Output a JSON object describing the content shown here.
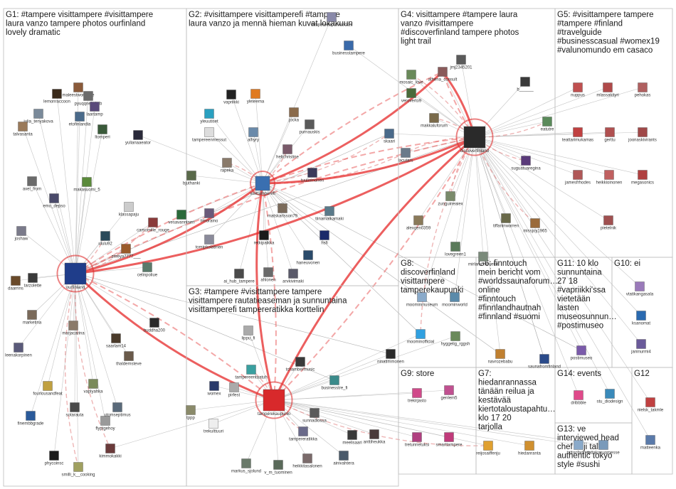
{
  "groups": [
    {
      "id": "G1",
      "title": "G1: #tampere visittampere #visittampere laura vanzo tampere photos ourfinland lovely dramatic"
    },
    {
      "id": "G2",
      "title": "G2: #visittampere visittamperefi #tampere laura vanzo ja mennä hieman kuvat lokakuun"
    },
    {
      "id": "G3",
      "title": "G3: #tampere #visittampere tampere visittampere rautatieaseman ja sunnuntaina visittamperefi tampereratikka korttelin"
    },
    {
      "id": "G4",
      "title": "G4: visittampere #tampere laura vanzo #visittampere #discoverfinland tampere photos light trail"
    },
    {
      "id": "G5",
      "title": "G5: #visittampere tampere #tampere #finland #travelguide #businesscasual #womex19 #valunomundo em casaco"
    },
    {
      "id": "G6",
      "title": "G6: finntouch mein bericht vom #worldssaunaforum… online #finntouch #finnlandhautnah #finnland #suomi"
    },
    {
      "id": "G7",
      "title": "G7: hiedanrannassa tänään reilua ja kestävää kiertotaloustapahtu… klo 17 20 tarjolla"
    },
    {
      "id": "G8",
      "title": "G8: discoverfinland visittampere tamperekaupunki"
    },
    {
      "id": "G9",
      "title": "G9: store"
    },
    {
      "id": "G10",
      "title": "G10: ei"
    },
    {
      "id": "G11",
      "title": "G11: 10 klo sunnuntaina 27 18 #vapriikki'ssa vietetään lasten museosunnun… #postimuseo"
    },
    {
      "id": "G12",
      "title": "G12"
    },
    {
      "id": "G13",
      "title": "G13: ve interviewed head chef koji talks authentic tokyo style #sushi"
    },
    {
      "id": "G14",
      "title": "G14: events"
    }
  ],
  "nodes": [
    {
      "id": "ourfinland",
      "label": "ourfinland",
      "color": "#1f3d8a",
      "hub": true
    },
    {
      "id": "visittamperefi",
      "label": "visittamperefi",
      "color": "#3a6fb0",
      "hub": true
    },
    {
      "id": "discoverfinland",
      "label": "discoverfinland",
      "color": "#2a2a2a",
      "hub": true
    },
    {
      "id": "tamperekaupunki",
      "label": "tamperekaupunki",
      "color": "#d8292b",
      "hub": true
    },
    {
      "id": "maleestworzenie",
      "label": "maleestworzenie",
      "color": "#8a5a3a"
    },
    {
      "id": "pyuqqnekqjgjb",
      "label": "pyuqqnekqjgjb",
      "color": "#6b6b6b"
    },
    {
      "id": "lemonraccoon",
      "label": "lemonraccoon",
      "color": "#3a2a1a"
    },
    {
      "id": "laartamp",
      "label": "laartamp",
      "color": "#5a4a7a"
    },
    {
      "id": "julia_tenyakova",
      "label": "julia_tenyakova",
      "color": "#7a8a9a"
    },
    {
      "id": "etofinlandia",
      "label": "etofinlandia",
      "color": "#4a6a8a"
    },
    {
      "id": "talvasanta",
      "label": "talvasanta",
      "color": "#9a7a5a"
    },
    {
      "id": "ltomperi",
      "label": "ltomperi",
      "color": "#3a5a3a"
    },
    {
      "id": "yulianaaeator",
      "label": "yulianaaeator",
      "color": "#2a2a3a"
    },
    {
      "id": "makasuomi_5",
      "label": "makasuomi_5",
      "color": "#5a8a3a"
    },
    {
      "id": "axel_from",
      "label": "axel_from",
      "color": "#6a6a6a"
    },
    {
      "id": "emo_depso",
      "label": "emo_depso",
      "color": "#4a4a6a"
    },
    {
      "id": "klassapaju",
      "label": "klassapaju",
      "color": "#cccccc"
    },
    {
      "id": "joshaw",
      "label": "joshaw",
      "color": "#7a7a8a"
    },
    {
      "id": "camomille_rouge",
      "label": "camomille_rouge",
      "color": "#8a3a3a"
    },
    {
      "id": "ululu92",
      "label": "ululu92",
      "color": "#2a4a5a"
    },
    {
      "id": "zmeya7777",
      "label": "zmeya7777___",
      "color": "#9a5a2a"
    },
    {
      "id": "celinpoliue",
      "label": "celinpoliue",
      "color": "#5a7a6a"
    },
    {
      "id": "tarzolette",
      "label": "tarzolette",
      "color": "#3a3a3a"
    },
    {
      "id": "daarrins",
      "label": "daarrins",
      "color": "#6a4a2a"
    },
    {
      "id": "marketina",
      "label": "marketina",
      "color": "#7a6a5a"
    },
    {
      "id": "leenakorpinen",
      "label": "leenakorpinen",
      "color": "#5a5a7a"
    },
    {
      "id": "marjacarina",
      "label": "marjacarina",
      "color": "#8a7a6a"
    },
    {
      "id": "saarlam14",
      "label": "saarlam14",
      "color": "#4a3a2a"
    },
    {
      "id": "buddha200",
      "label": "buddha200",
      "color": "#2a2a2a"
    },
    {
      "id": "thaldemsteve",
      "label": "thaldemsteve",
      "color": "#6a5a4a"
    },
    {
      "id": "fourlousandfeat",
      "label": "fourlousandfeat",
      "color": "#c0a040"
    },
    {
      "id": "vaplyahka",
      "label": "vaplyahka",
      "color": "#7a8a5a"
    },
    {
      "id": "finembbgrade",
      "label": "finembbgrade",
      "color": "#2a5a9a"
    },
    {
      "id": "sotarauta",
      "label": "sotarauta",
      "color": "#4a4a4a"
    },
    {
      "id": "utomseptimus",
      "label": "utomseptimus",
      "color": "#5a6a7a"
    },
    {
      "id": "flyptgehoy",
      "label": "flyptgehoy",
      "color": "#9a9a9a"
    },
    {
      "id": "phycoinsc",
      "label": "phycoinsc",
      "color": "#1a1a1a"
    },
    {
      "id": "kimmokakki",
      "label": "kimmokakki",
      "color": "#6a3a3a"
    },
    {
      "id": "smilli_k",
      "label": "smilli_k__cooking",
      "color": "#a0a060"
    },
    {
      "id": "vapriikki",
      "label": "vapriikki",
      "color": "#222222"
    },
    {
      "id": "yleteema",
      "label": "yleteema",
      "color": "#e07a20"
    },
    {
      "id": "yleuutiset",
      "label": "yleuutiset",
      "color": "#2aa0c0"
    },
    {
      "id": "jocka",
      "label": "jocka",
      "color": "#8a6a4a"
    },
    {
      "id": "alhyry",
      "label": "alhyry",
      "color": "#6a8aaa"
    },
    {
      "id": "purnauskis",
      "label": "purnauskis",
      "color": "#5a5a5a"
    },
    {
      "id": "tampereenmessut",
      "label": "tampereenmessut",
      "color": "#dddddd"
    },
    {
      "id": "helichristine",
      "label": "helichristine",
      "color": "#7a5a6a"
    },
    {
      "id": "skaari",
      "label": "skaari",
      "color": "#4a6a8a"
    },
    {
      "id": "rapeka",
      "label": "rapeka",
      "color": "#8a7a6a"
    },
    {
      "id": "bjuthanki",
      "label": "bjuthanki",
      "color": "#5a6a4a"
    },
    {
      "id": "tuulioinonen",
      "label": "tuulioinonen",
      "color": "#3a3a5a"
    },
    {
      "id": "vesavanninen",
      "label": "vesavanninen",
      "color": "#2a6a3a"
    },
    {
      "id": "timoraino",
      "label": "timoraino",
      "color": "#6a5a7a"
    },
    {
      "id": "matskarlsson79",
      "label": "matskarlsson79",
      "color": "#7a6a5a"
    },
    {
      "id": "tiinamalkamaki",
      "label": "tiinamalkamaki",
      "color": "#5a7a8a"
    },
    {
      "id": "tomipkolatinen",
      "label": "tomipkolatinen",
      "color": "#8a8a9a"
    },
    {
      "id": "retkipaikka",
      "label": "retkipaikka",
      "color": "#1a1a1a"
    },
    {
      "id": "hsfi",
      "label": "hsfi",
      "color": "#1a2a6a"
    },
    {
      "id": "haneuvonen",
      "label": "haneuvonen",
      "color": "#2a4a6a"
    },
    {
      "id": "ai_hub_tampere",
      "label": "ai_hub_tampere",
      "color": "#4a4a4a"
    },
    {
      "id": "ahlonen",
      "label": "ahlonen",
      "color": "#6a6a6a"
    },
    {
      "id": "arvkivimaki",
      "label": "arvkivimaki",
      "color": "#5a5a6a"
    },
    {
      "id": "businesstampere",
      "label": "businesstampere",
      "color": "#3a6aaa"
    },
    {
      "id": "tampereenpunkrocker",
      "label": "tampereenpunkrocker",
      "color": "#8a8aaa"
    },
    {
      "id": "mosaic_love",
      "label": "mosaic_love",
      "color": "#6a8a5a"
    },
    {
      "id": "athena_consult",
      "label": "athena_consult",
      "color": "#8a5a5a"
    },
    {
      "id": "jmj2345201",
      "label": "jmj2345201",
      "color": "#5a5a5a"
    },
    {
      "id": "veroverto9",
      "label": "veroverto9",
      "color": "#4a6a3a"
    },
    {
      "id": "b_____",
      "label": "b______",
      "color": "#3a3a3a"
    },
    {
      "id": "makkaluforum",
      "label": "makkaluforum",
      "color": "#7a6a4a"
    },
    {
      "id": "eatutre",
      "label": "eatutre",
      "color": "#5a8a5a"
    },
    {
      "id": "lacutars",
      "label": "lacutars",
      "color": "#6a7a8a"
    },
    {
      "id": "suguatuaregina",
      "label": "suguatuaregina",
      "color": "#5a3a7a"
    },
    {
      "id": "zunguineaiex",
      "label": "zunguineaiex",
      "color": "#7a8a6a"
    },
    {
      "id": "alexgen0359",
      "label": "alexgen0359",
      "color": "#8a7a5a"
    },
    {
      "id": "tiffaninwarren",
      "label": "tiffaninwarren",
      "color": "#6a6a4a"
    },
    {
      "id": "missjoy1965",
      "label": "missjoy1965",
      "color": "#9a6a3a"
    },
    {
      "id": "lovegreen1",
      "label": "lovegreen1",
      "color": "#5a7a5a"
    },
    {
      "id": "mirlamchiovette",
      "label": "mirlamchiovette",
      "color": "#7a8a7a"
    },
    {
      "id": "nuppus",
      "label": "nuppus",
      "color": "#c05050"
    },
    {
      "id": "mlassakityri",
      "label": "mlassakityri",
      "color": "#b04a4a"
    },
    {
      "id": "pehokas",
      "label": "pehokas",
      "color": "#b06060"
    },
    {
      "id": "teattarimukamas",
      "label": "teattarimukamas",
      "color": "#c04040"
    },
    {
      "id": "gerttu",
      "label": "gerttu",
      "color": "#b05050"
    },
    {
      "id": "joonaskivirants",
      "label": "joonaskivirants",
      "color": "#a04848"
    },
    {
      "id": "jamesfrhodes",
      "label": "jamesfrhodes",
      "color": "#b05858"
    },
    {
      "id": "heikkioinonen",
      "label": "heikkioinonen",
      "color": "#c06060"
    },
    {
      "id": "megasonics",
      "label": "megasonics",
      "color": "#b04040"
    },
    {
      "id": "pietelnik",
      "label": "pietelnik",
      "color": "#a05050"
    },
    {
      "id": "moominmuseum",
      "label": "moominmuseum",
      "color": "#8aaaca"
    },
    {
      "id": "moominworld",
      "label": "moominworld",
      "color": "#5a8aaa"
    },
    {
      "id": "moominofficial",
      "label": "moominofficial",
      "color": "#30a0e0"
    },
    {
      "id": "hyggelig_rggsh",
      "label": "hyggelig_rggsh",
      "color": "#6a8a5a"
    },
    {
      "id": "ninatimmonen",
      "label": "ninatimmonen",
      "color": "#2a2a2a"
    },
    {
      "id": "navrozebabu",
      "label": "navrozebabu",
      "color": "#c08030"
    },
    {
      "id": "saunafromfinland",
      "label": "saunafromfinland",
      "color": "#2a4a8a"
    },
    {
      "id": "postimuseo",
      "label": "postimuseo",
      "color": "#7a5aaa"
    },
    {
      "id": "vtatikangasala",
      "label": "vtatikangasala",
      "color": "#9a7aba"
    },
    {
      "id": "ksanomat",
      "label": "ksanomat",
      "color": "#2a6ab0"
    },
    {
      "id": "janinurmi4",
      "label": "janinurmi4",
      "color": "#6a5a9a"
    },
    {
      "id": "trekirjasto",
      "label": "trekirjasto",
      "color": "#d04a8a"
    },
    {
      "id": "genlem5",
      "label": "genlem5",
      "color": "#c05090"
    },
    {
      "id": "tretunnetuksi",
      "label": "tretunnetuksi",
      "color": "#b04080"
    },
    {
      "id": "smarttampere",
      "label": "smarttampere",
      "color": "#c03a7a"
    },
    {
      "id": "reijosaiffenju",
      "label": "reijosaiffenju",
      "color": "#e0a030"
    },
    {
      "id": "hiedanranta",
      "label": "hiedanranta",
      "color": "#d09030"
    },
    {
      "id": "dribbble",
      "label": "dribbble",
      "color": "#e04a8a"
    },
    {
      "id": "stu_diodesign",
      "label": "stu_diodesign",
      "color": "#3a8aba"
    },
    {
      "id": "nielsk_takmle",
      "label": "nielsk_takmle",
      "color": "#c04040"
    },
    {
      "id": "matteenka",
      "label": "matteenka",
      "color": "#5a7aaa"
    },
    {
      "id": "tattoofadnes",
      "label": "tattoofadnes",
      "color": "#8aaaca"
    },
    {
      "id": "tattakosuomesse",
      "label": "tattakosuomesse",
      "color": "#7a9aba"
    },
    {
      "id": "tampereentaatuh",
      "label": "tampereentaatuh",
      "color": "#3aa0a0"
    },
    {
      "id": "tchambermusic",
      "label": "tchambermusic",
      "color": "#3a3a3a"
    },
    {
      "id": "womex",
      "label": "womex",
      "color": "#2a3a6a"
    },
    {
      "id": "pirfest",
      "label": "pirfest",
      "color": "#aaaaaa"
    },
    {
      "id": "businesstre_fi",
      "label": "businesstre_fi",
      "color": "#3a8a8a"
    },
    {
      "id": "tppp",
      "label": "tppp",
      "color": "#8a8a6a"
    },
    {
      "id": "trekulttuuri",
      "label": "trekulttuuri",
      "color": "#eeeeee"
    },
    {
      "id": "tampereratikka",
      "label": "tampereratikka",
      "color": "#6a6a8a"
    },
    {
      "id": "sunnadiossa",
      "label": "sunnadiossa",
      "color": "#5a5a5a"
    },
    {
      "id": "meelisaari",
      "label": "meelisaari",
      "color": "#3a3a3a"
    },
    {
      "id": "anttiheukka",
      "label": "anttiheukka",
      "color": "#4a3a3a"
    },
    {
      "id": "markus_sjolund",
      "label": "markus_sjolund",
      "color": "#6a7a6a"
    },
    {
      "id": "v_m_tuominen",
      "label": "v_m_tuominen",
      "color": "#5a6a5a"
    },
    {
      "id": "heikkitasalonen",
      "label": "heikkitasalonen",
      "color": "#7a6a6a"
    },
    {
      "id": "ainivahtera",
      "label": "ainivahtera",
      "color": "#4a5a6a"
    },
    {
      "id": "lippu_fi",
      "label": "lippu_fi",
      "color": "#aaaaaa"
    }
  ]
}
